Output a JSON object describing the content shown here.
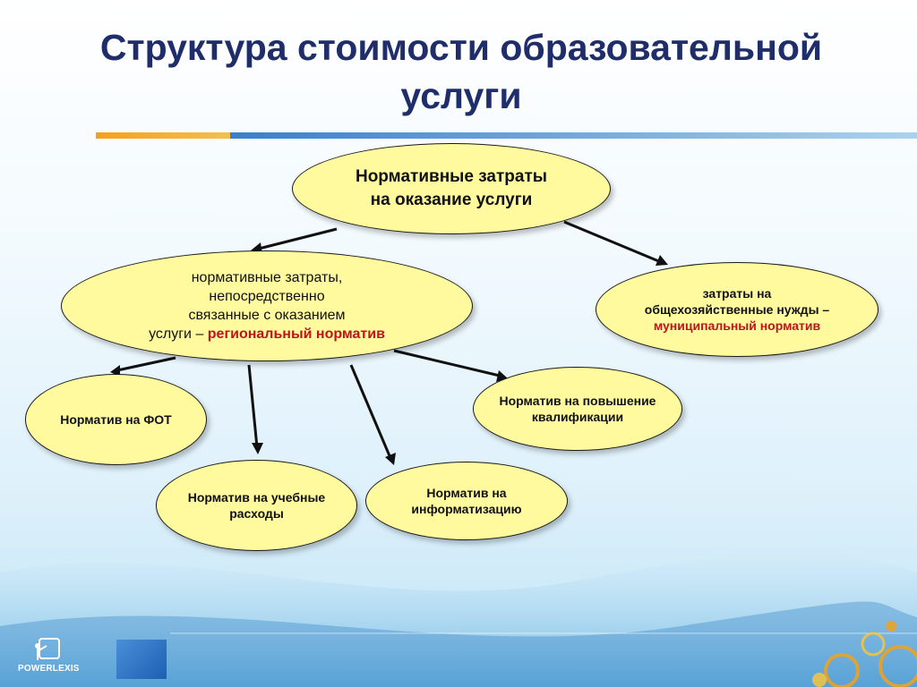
{
  "title": "Структура стоимости образовательной услуги",
  "nodes": {
    "root": {
      "line1": "Нормативные затраты",
      "line2": "на оказание  услуги"
    },
    "direct": {
      "line1": "нормативные затраты,",
      "line2": "непосредственно",
      "line3": "связанные с оказанием",
      "line4_prefix": "услуги – ",
      "line4_red": "региональный норматив"
    },
    "general": {
      "line1": "затраты на",
      "line2_prefix": "общехозяйственные нужды –",
      "line3_red": "муниципальный норматив"
    },
    "fot": {
      "label": "Норматив на ФОТ"
    },
    "qualification": {
      "line1": "Норматив на повышение",
      "line2": "квалификации"
    },
    "education": {
      "line1": "Норматив на учебные",
      "line2": "расходы"
    },
    "informatization": {
      "line1": "Норматив на",
      "line2": "информатизацию"
    }
  },
  "logo": {
    "text": "POWERLEXIS"
  },
  "colors": {
    "node_fill": "#fffa9e",
    "title": "#1f2d6b",
    "accent_red": "#c0141b",
    "bar_orange": "#f4a11b",
    "bar_blue": "#3b7fc8"
  }
}
